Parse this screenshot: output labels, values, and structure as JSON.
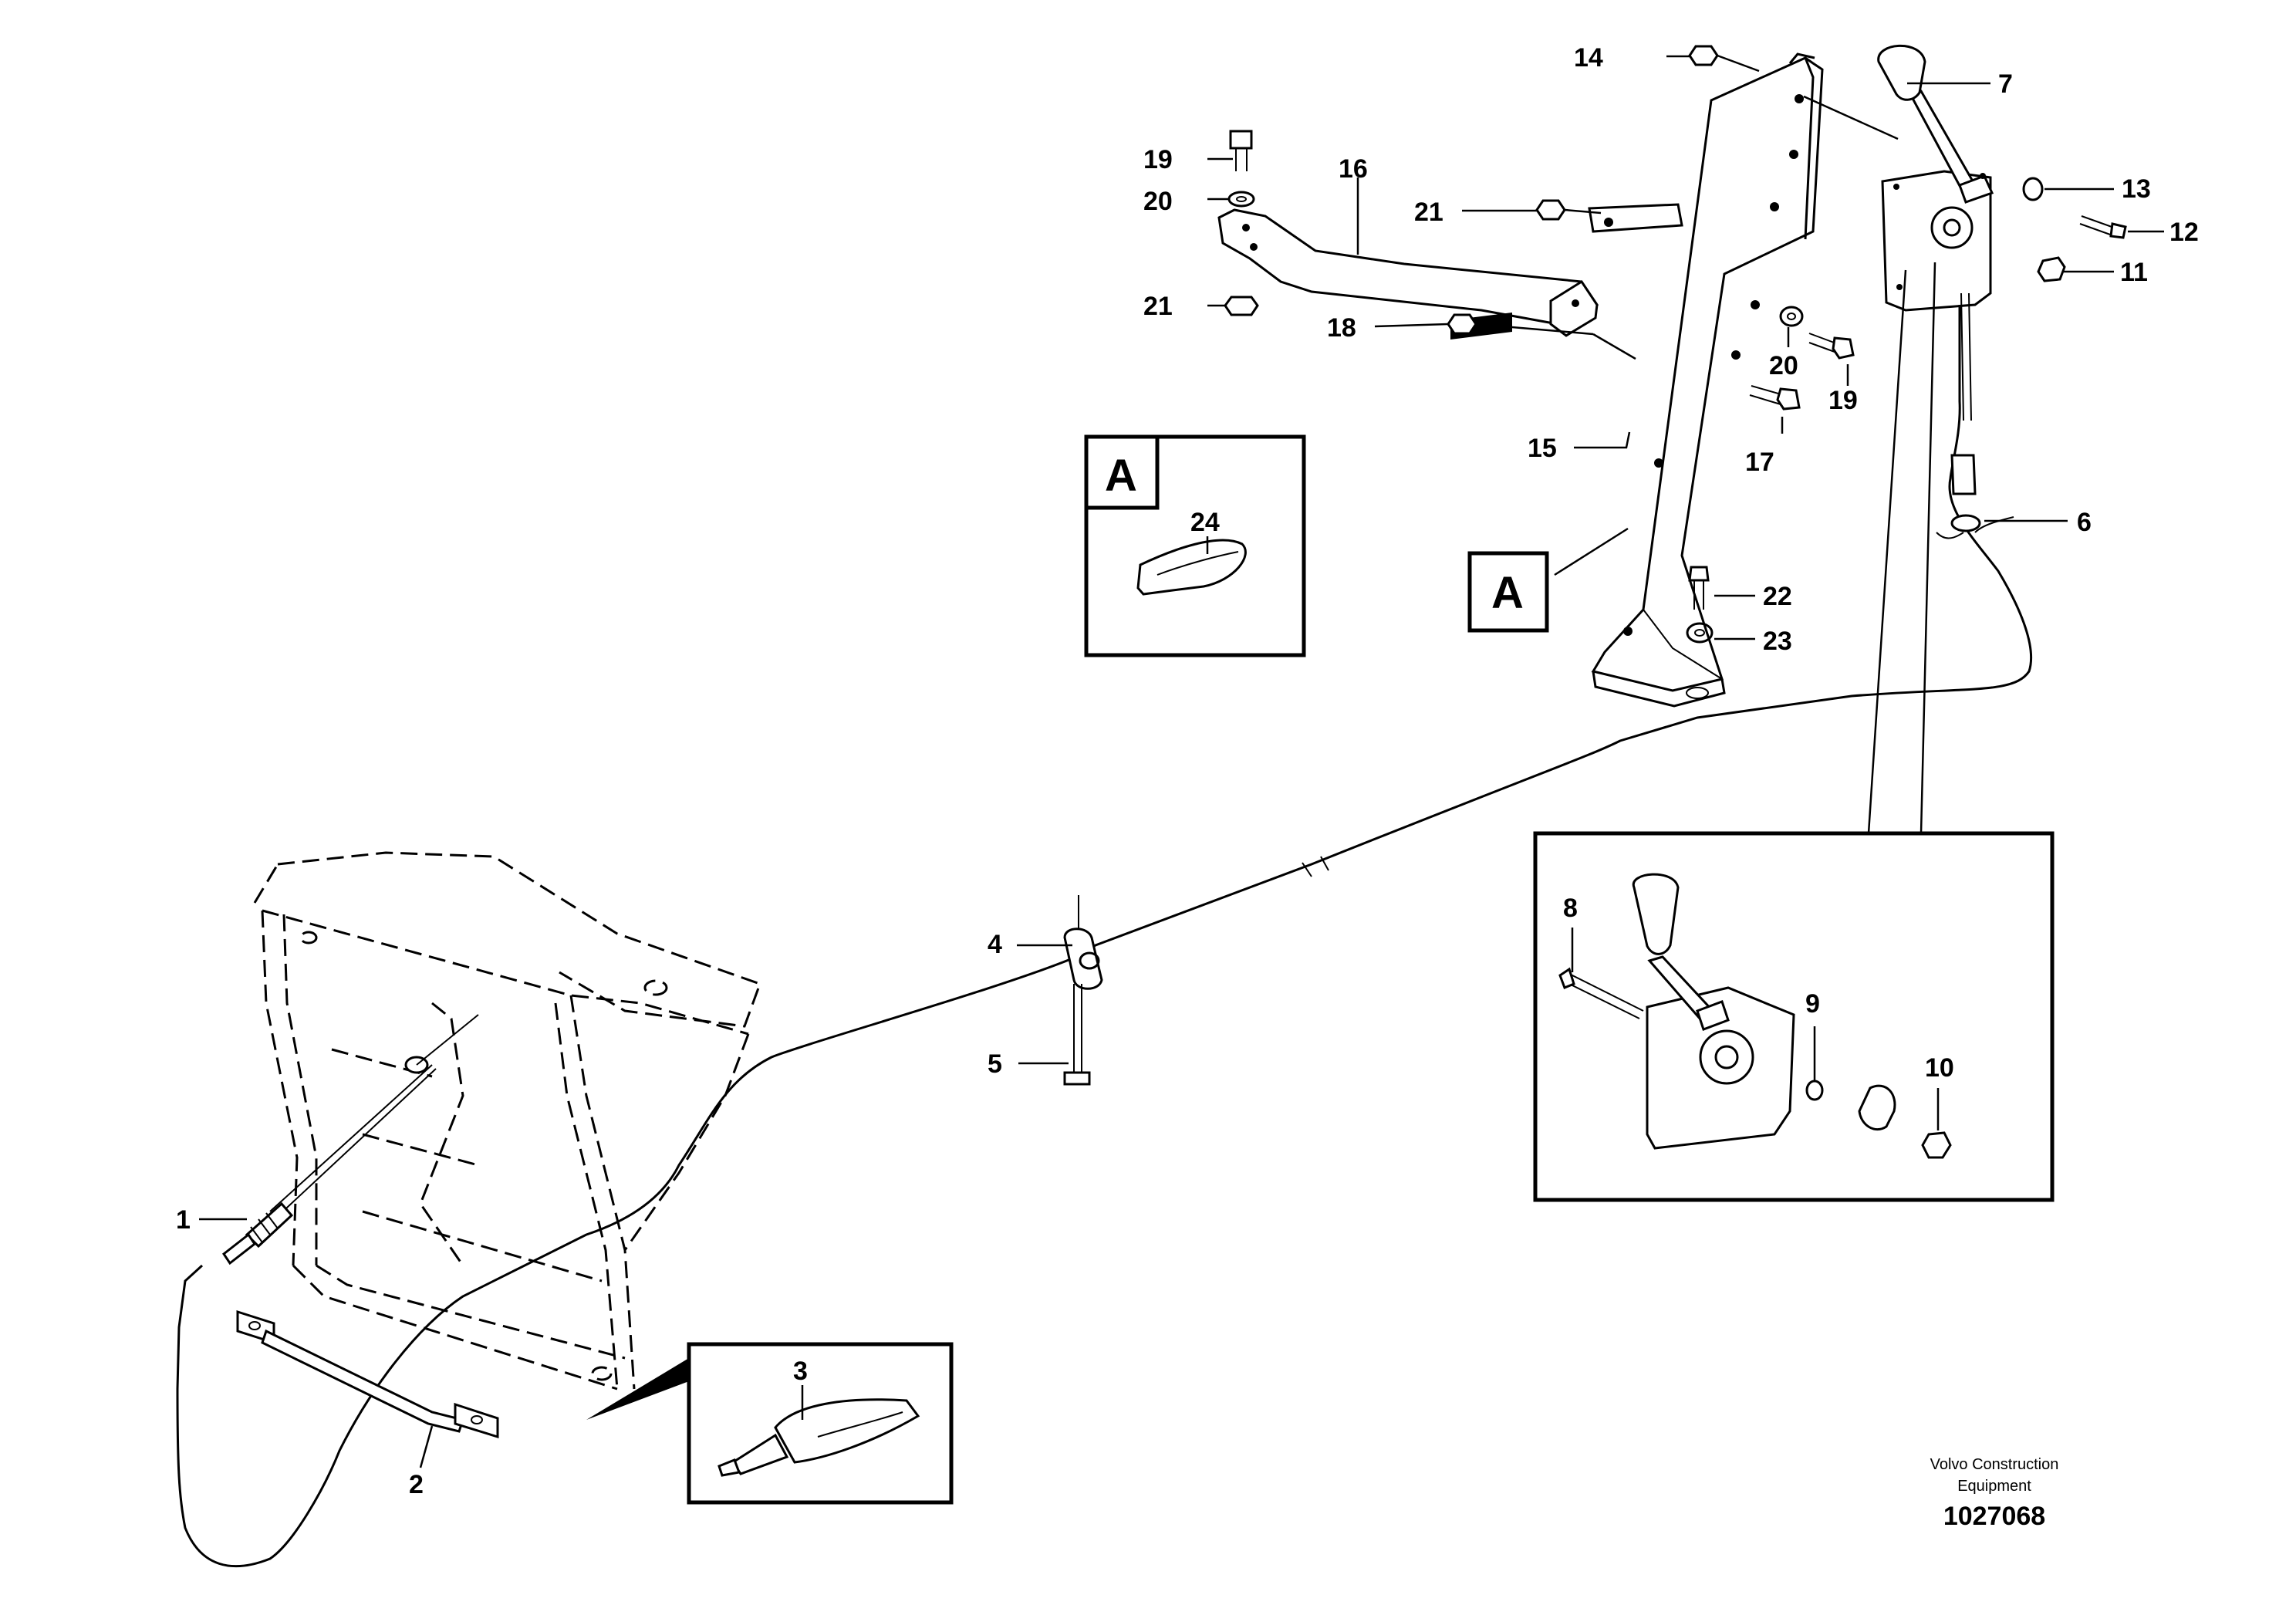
{
  "callouts": {
    "c1": "1",
    "c2": "2",
    "c3": "3",
    "c4": "4",
    "c5": "5",
    "c6": "6",
    "c7": "7",
    "c8": "8",
    "c9": "9",
    "c10": "10",
    "c11": "11",
    "c12": "12",
    "c13": "13",
    "c14": "14",
    "c15": "15",
    "c16": "16",
    "c17": "17",
    "c18": "18",
    "c19a": "19",
    "c19b": "19",
    "c20a": "20",
    "c20b": "20",
    "c21a": "21",
    "c21b": "21",
    "c22": "22",
    "c23": "23",
    "c24": "24"
  },
  "view_tags": {
    "inset_label": "A",
    "pointer_label": "A"
  },
  "footer": {
    "company_line1": "Volvo Construction",
    "company_line2": "Equipment",
    "drawing_number": "1027068"
  }
}
